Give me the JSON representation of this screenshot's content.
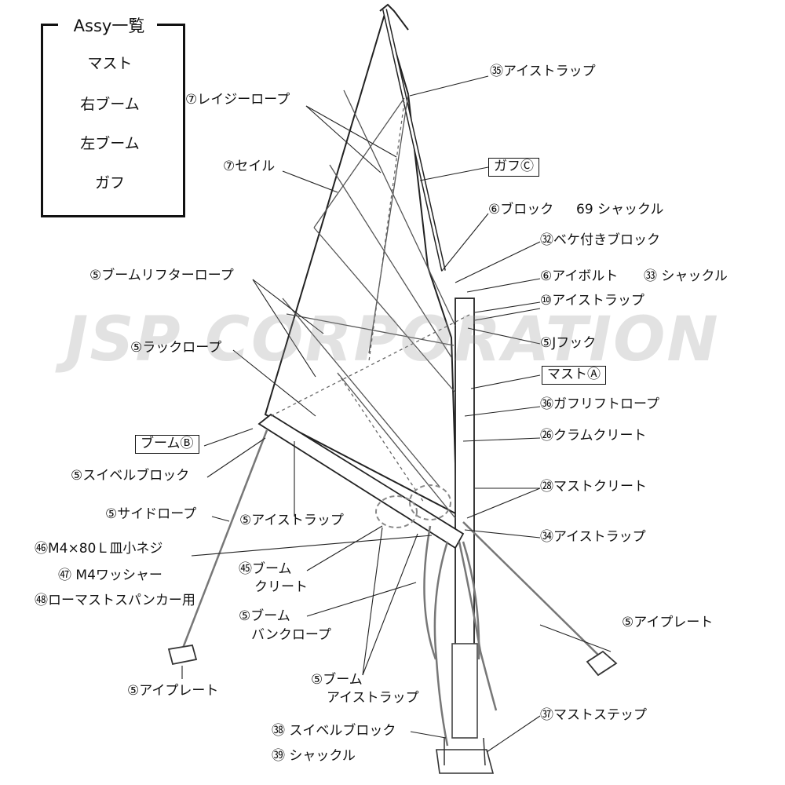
{
  "assy": {
    "title": "Assy一覧",
    "items": [
      "マスト",
      "右ブーム",
      "左ブーム",
      "ガフ"
    ]
  },
  "watermark": "JSP CORPORATION",
  "labels": {
    "l65": "㉟アイストラップ",
    "l70": "⑦レイジーロープ",
    "l71": "⑦セイル",
    "gaf": "ガフⒸ",
    "l68": "⑥ブロック",
    "l69": "69 シャックル",
    "l32": "㉜ベケ付きブロック",
    "l6": "⑥アイボルト",
    "l33": "㉝ シャックル",
    "l57": "⑤ブームリフターロープ",
    "l10": "⑩アイストラップ",
    "l54": "⑤ラックロープ",
    "l59": "⑤Jフック",
    "mast": "マストⒶ",
    "l36": "㊱ガフリフトロープ",
    "boom": "ブームⒷ",
    "l26": "㉖クラムクリート",
    "l53": "⑤スイベルブロック",
    "l28": "㉘マストクリート",
    "l56": "⑤サイドロープ",
    "l50a": "⑤アイストラップ",
    "l34": "㉞アイストラップ",
    "l46": "㊻M4×80Ｌ皿小ネジ",
    "l47": "㊼ M4ワッシャー",
    "l45a": "㊺ブーム",
    "l45b": "クリート",
    "l48": "㊽ローマストスパンカー用",
    "l58r": "⑤アイプレート",
    "l55a": "⑤ブーム",
    "l55b": "バンクロープ",
    "l58l": "⑤アイプレート",
    "l50ba": "⑤ブーム",
    "l50bb": "アイストラップ",
    "l37": "㊲マストステップ",
    "l38": "㊳ スイベルブロック",
    "l39": "㊴ シャックル"
  }
}
